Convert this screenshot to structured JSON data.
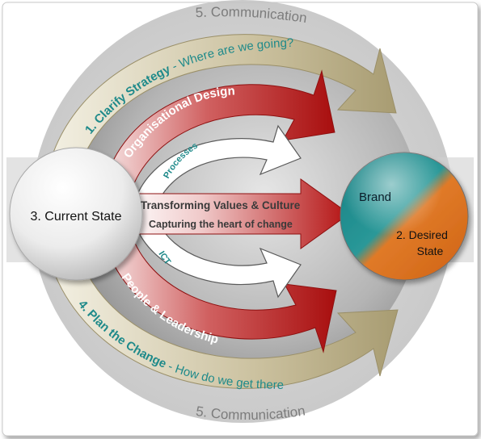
{
  "labels": {
    "communication_top": "5. Communication",
    "communication_bottom": "5. Communication",
    "clarify_title": "1. Clarify Strategy",
    "clarify_sub": " - Where are we going?",
    "plan_title": "4. Plan the Change",
    "plan_sub": " - How do we get there",
    "org_design": "Organisational Design",
    "processes": "Processes",
    "ict": "ICT",
    "people_leadership": "People & Leadership",
    "transforming": "Transforming Values & Culture",
    "capturing": "Capturing the heart of change",
    "current_state": "3. Current State",
    "brand": "Brand",
    "desired_line1": "2. Desired",
    "desired_line2": "State"
  },
  "colors": {
    "tan_arrow": "#b8ad8a",
    "red_arrow": "#b01818",
    "teal": "#1a8e8e",
    "orange": "#e07a28",
    "teal_text": "#1f8a8a",
    "gray_disc": "#9a9a9a"
  }
}
